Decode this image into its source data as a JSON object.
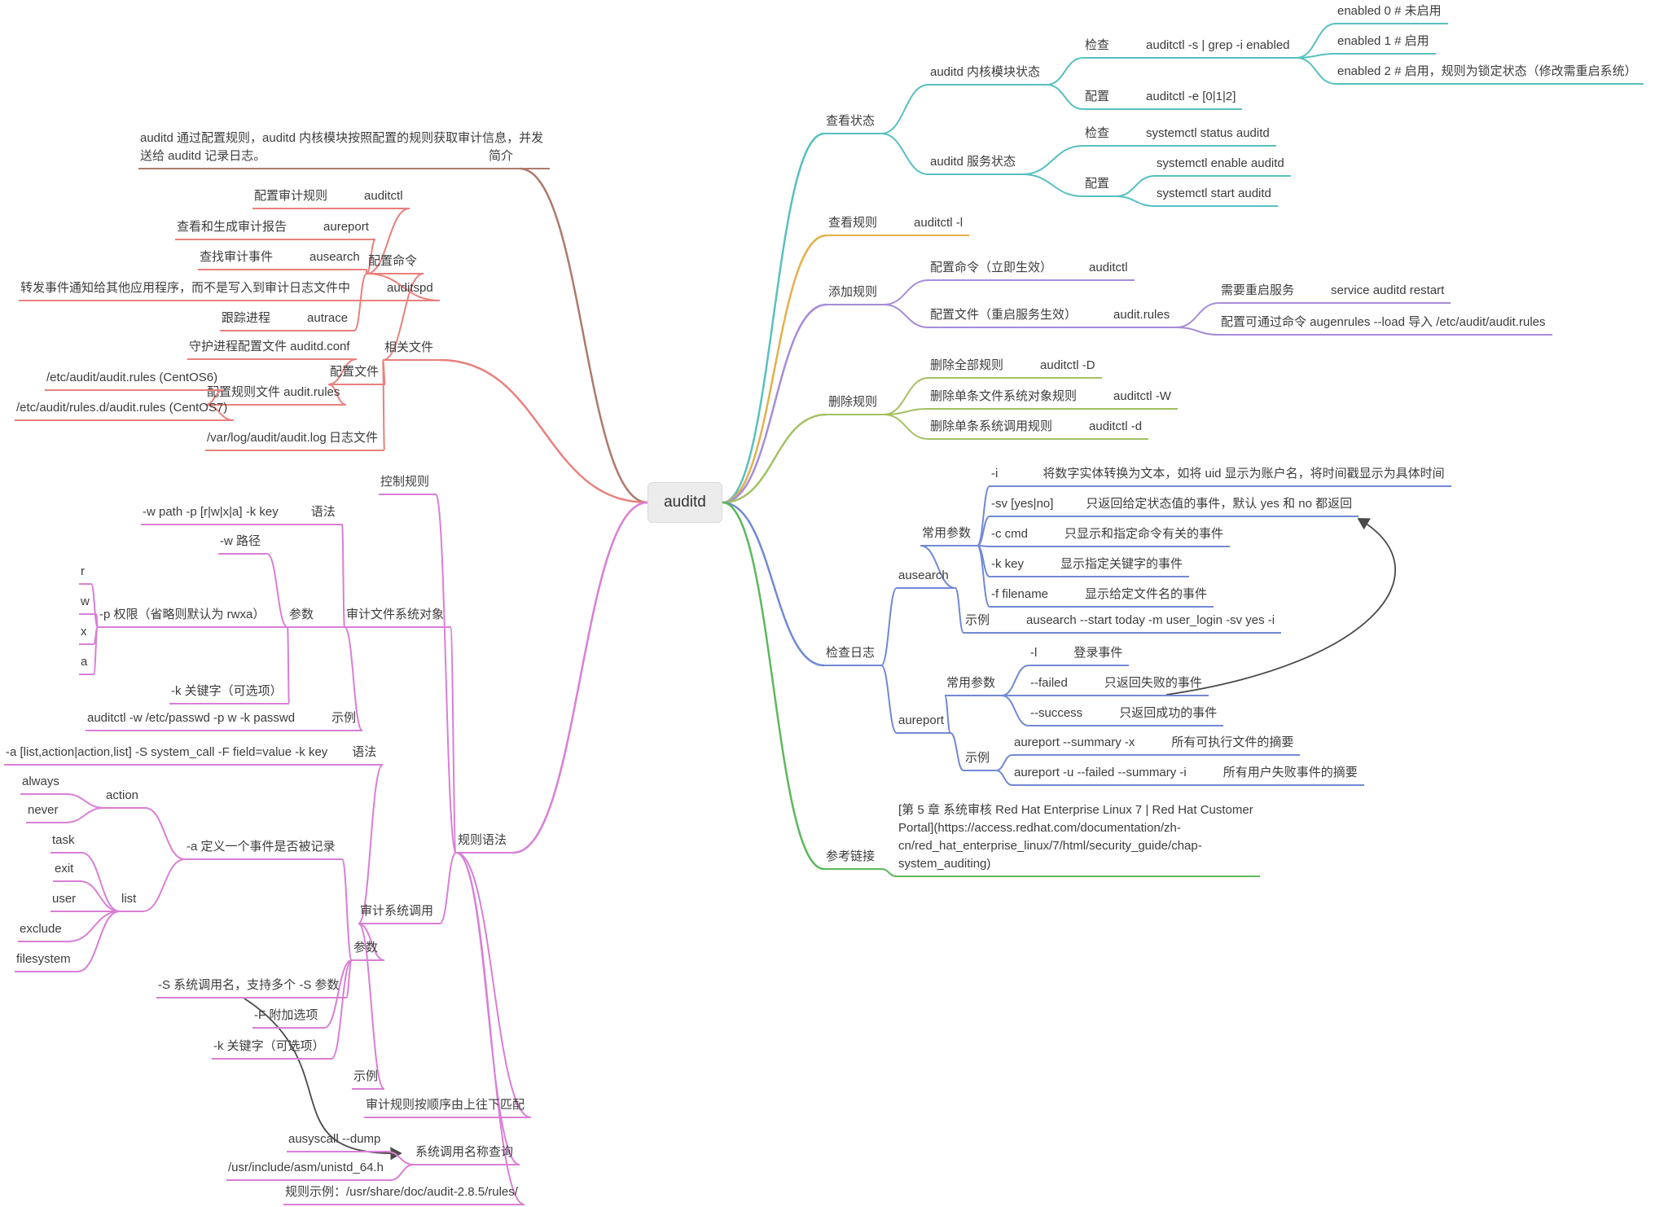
{
  "root": {
    "label": "auditd"
  },
  "intro": {
    "branch": "简介",
    "note1": "auditd 通过配置规则，auditd 内核模块按照配置的规则获取审计信息，并发",
    "note2": "送给 auditd 记录日志。"
  },
  "files": {
    "branch": "相关文件",
    "cfg_cmds": "配置命令",
    "cc1_desc": "配置审计规则",
    "cc1_cmd": "auditctl",
    "cc2_desc": "查看和生成审计报告",
    "cc2_cmd": "aureport",
    "cc3_desc": "查找审计事件",
    "cc3_cmd": "ausearch",
    "cc4_desc": "转发事件通知给其他应用程序，而不是写入到审计日志文件中",
    "cc4_cmd": "auditspd",
    "cc5_desc": "跟踪进程",
    "cc5_cmd": "autrace",
    "cfg_files": "配置文件",
    "daemon_conf": "守护进程配置文件 auditd.conf",
    "rules_file": "配置规则文件 audit.rules",
    "rules_path6": "/etc/audit/audit.rules (CentOS6)",
    "rules_path7": "/etc/audit/rules.d/audit.rules (CentOS7)",
    "log_files": "日志文件",
    "log_path": "/var/log/audit/audit.log"
  },
  "syntax": {
    "branch": "规则语法",
    "ctrl": "控制规则",
    "fs_obj": "审计文件系统对象",
    "fs_syntax_label": "语法",
    "fs_syntax_value": "-w path -p [r|w|x|a] -k key",
    "fs_params_label": "参数",
    "fs_w": "-w 路径",
    "fs_p": "-p 权限（省略则默认为 rwxa）",
    "perm_r": "r",
    "perm_w": "w",
    "perm_x": "x",
    "perm_a": "a",
    "fs_k": "-k 关键字（可选项）",
    "fs_example_label": "示例",
    "fs_example_value": "auditctl -w /etc/passwd -p w -k passwd",
    "sc": "审计系统调用",
    "sc_syntax_label": "语法",
    "sc_syntax_value": "-a [list,action|action,list] -S system_call -F field=value -k key",
    "sc_params_label": "参数",
    "sc_a": "-a 定义一个事件是否被记录",
    "action_label": "action",
    "action_always": "always",
    "action_never": "never",
    "list_label": "list",
    "list_task": "task",
    "list_exit": "exit",
    "list_user": "user",
    "list_exclude": "exclude",
    "list_filesystem": "filesystem",
    "sc_S": "-S 系统调用名，支持多个 -S 参数",
    "sc_F": "-F 附加选项",
    "sc_k": "-k 关键字（可选项）",
    "sc_example_label": "示例",
    "order": "审计规则按顺序由上往下匹配",
    "query": "系统调用名称查询",
    "query_cmd": "ausyscall --dump",
    "query_file": "/usr/include/asm/unistd_64.h",
    "rule_example": "规则示例：/usr/share/doc/audit-2.8.5/rules/"
  },
  "status": {
    "branch": "查看状态",
    "kernel": "auditd 内核模块状态",
    "kernel_check_label": "检查",
    "kernel_check_cmd": "auditctl -s | grep -i enabled",
    "enabled0": "enabled 0 # 未启用",
    "enabled1": "enabled 1 # 启用",
    "enabled2": "enabled 2 # 启用，规则为锁定状态（修改需重启系统）",
    "kernel_config_label": "配置",
    "kernel_config_cmd": "auditctl -e [0|1|2]",
    "service": "auditd 服务状态",
    "service_check_label": "检查",
    "service_check_cmd": "systemctl status auditd",
    "service_config_label": "配置",
    "service_enable_cmd": "systemctl enable auditd",
    "service_start_cmd": "systemctl start auditd"
  },
  "view": {
    "branch": "查看规则",
    "cmd": "auditctl -l"
  },
  "add": {
    "branch": "添加规则",
    "cmd_desc": "配置命令（立即生效）",
    "cmd": "auditctl",
    "file_desc": "配置文件（重启服务生效）",
    "file": "audit.rules",
    "restart_desc": "需要重启服务",
    "restart_cmd": "service auditd restart",
    "augen": "配置可通过命令 augenrules --load 导入 /etc/audit/audit.rules"
  },
  "del": {
    "branch": "删除规则",
    "all_desc": "删除全部规则",
    "all_cmd": "auditctl -D",
    "fs_desc": "删除单条文件系统对象规则",
    "fs_cmd": "auditctl -W",
    "sys_desc": "删除单条系统调用规则",
    "sys_cmd": "auditctl -d"
  },
  "logs": {
    "branch": "检查日志",
    "ausearch": "ausearch",
    "as_params": "常用参数",
    "as_i": "-i",
    "as_i_desc": "将数字实体转换为文本，如将 uid 显示为账户名，将时间戳显示为具体时间",
    "as_sv": "-sv [yes|no]",
    "as_sv_desc": "只返回给定状态值的事件，默认 yes 和 no 都返回",
    "as_c": "-c cmd",
    "as_c_desc": "只显示和指定命令有关的事件",
    "as_k": "-k key",
    "as_k_desc": "显示指定关键字的事件",
    "as_f": "-f filename",
    "as_f_desc": "显示给定文件名的事件",
    "as_example": "示例",
    "as_example_cmd": "ausearch --start today -m user_login -sv yes -i",
    "aureport": "aureport",
    "ar_params": "常用参数",
    "ar_l": "-l",
    "ar_l_desc": "登录事件",
    "ar_failed": "--failed",
    "ar_failed_desc": "只返回失败的事件",
    "ar_success": "--success",
    "ar_success_desc": "只返回成功的事件",
    "ar_example": "示例",
    "ar_ex1_cmd": "aureport --summary -x",
    "ar_ex1_desc": "所有可执行文件的摘要",
    "ar_ex2_cmd": "aureport -u --failed --summary -i",
    "ar_ex2_desc": "所有用户失败事件的摘要"
  },
  "refs": {
    "branch": "参考链接",
    "line1": "[第 5 章 系统审核 Red Hat Enterprise Linux 7 | Red Hat Customer",
    "line2": "Portal](https://access.redhat.com/documentation/zh-",
    "line3": "cn/red_hat_enterprise_linux/7/html/security_guide/chap-",
    "line4": "system_auditing)"
  }
}
